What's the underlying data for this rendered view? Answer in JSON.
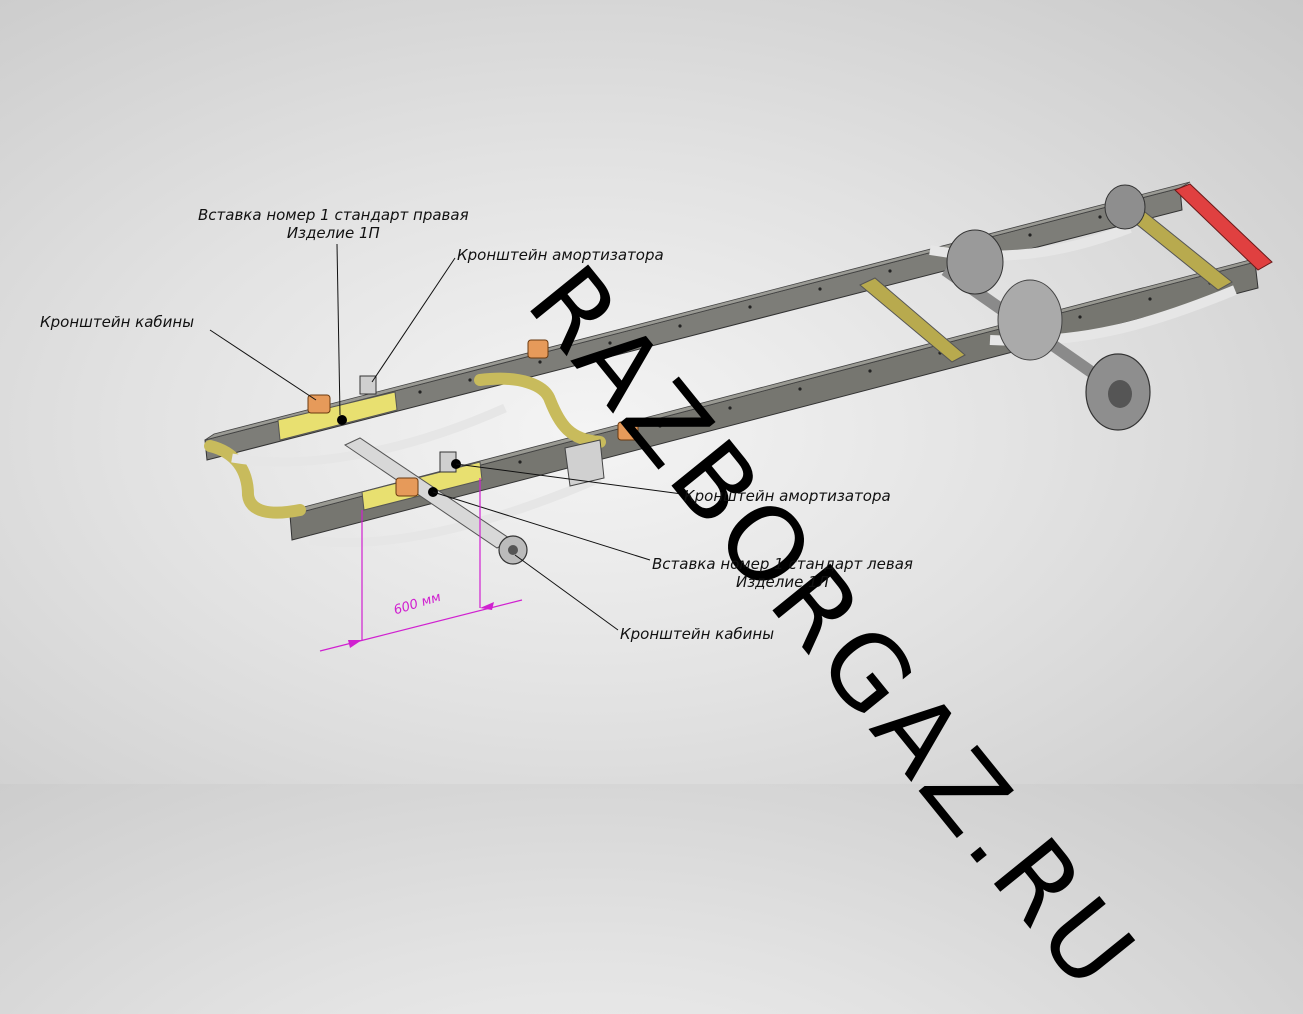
{
  "watermark": "RAZBORGAZ.RU",
  "dimension": {
    "label": "600 мм",
    "color": "#d020d0"
  },
  "callouts": {
    "insert_right_line1": "Вставка номер 1 стандарт правая",
    "insert_right_line2": "Изделие 1П",
    "shock_bracket_top": "Кронштейн амортизатора",
    "cab_bracket_left": "Кронштейн кабины",
    "shock_bracket_bottom": "Кронштейн амортизатора",
    "insert_left_line1": "Вставка номер 1 стандарт левая",
    "insert_left_line2": "Изделие 1Л",
    "cab_bracket_bottom": "Кронштейн кабины"
  },
  "colors": {
    "frame": "#7d7d78",
    "frame_dark": "#55554f",
    "insert_yellow": "#e8e070",
    "crossmember": "#b8aa4e",
    "rear_red": "#e04040",
    "bracket_orange": "#e69a5a",
    "spring": "#e6e6e6"
  }
}
